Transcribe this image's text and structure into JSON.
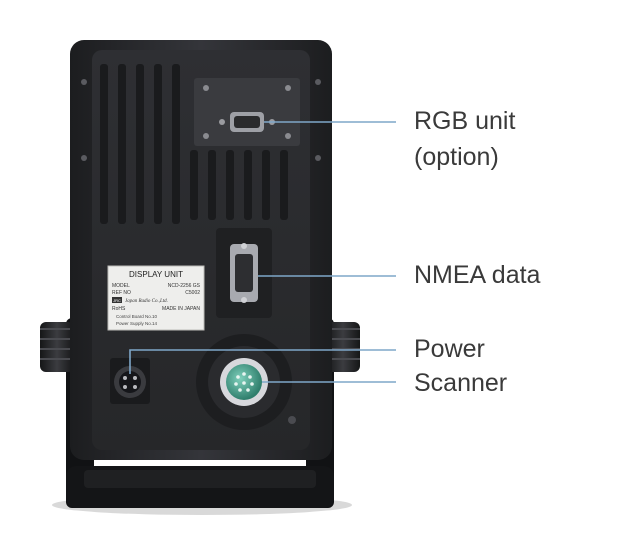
{
  "device": {
    "plate": {
      "title": "DISPLAY UNIT",
      "model_label": "MODEL",
      "model_value": "NCD-2256 GS",
      "ref_label": "REF NO",
      "ref_value": "C5002",
      "maker_badge": "JRC",
      "maker_name": "Japan Radio Co.,Ltd.",
      "rohs": "RoHS",
      "made_in": "MADE IN JAPAN",
      "control_board": "Control Board No.10",
      "power_supply": "Power Supply No.14"
    }
  },
  "callouts": {
    "rgb_line1": "RGB unit",
    "rgb_line2": "(option)",
    "nmea": "NMEA data",
    "power": "Power",
    "scanner": "Scanner"
  },
  "colors": {
    "leader_line": "#7fa7c9",
    "label_text": "#3a3a3a",
    "body": "#2a2b2d",
    "connector_green": "#3f9a86"
  }
}
